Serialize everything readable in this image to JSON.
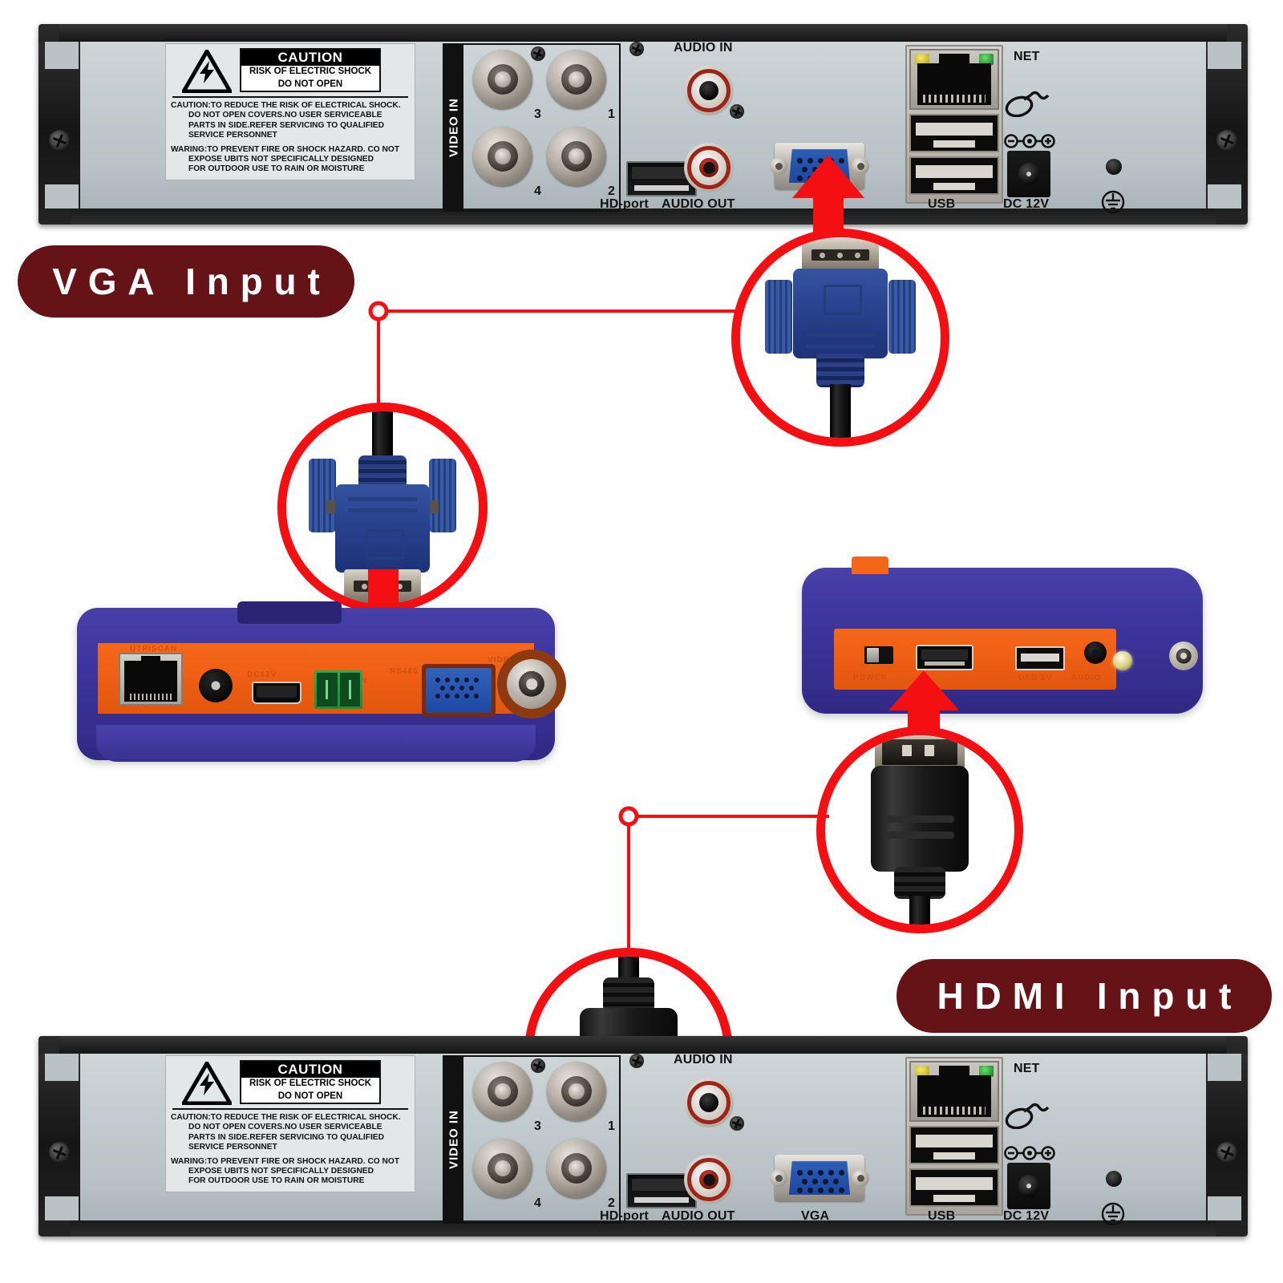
{
  "diagram": {
    "title": "DVR VGA and HDMI Input Connection Diagram",
    "accent_color": "#f40f12",
    "badge_color": "#651316",
    "badge_text_color": "#ffffff"
  },
  "badges": [
    {
      "id": "vga-input",
      "label": "VGA Input"
    },
    {
      "id": "hdmi-input",
      "label": "HDMI Input"
    }
  ],
  "dvr": {
    "caution_label": {
      "heading": "CAUTION",
      "subline_1": "RISK OF ELECTRIC SHOCK",
      "subline_2": "DO NOT OPEN",
      "body_lines": [
        "CAUTION:TO REDUCE THE RISK OF ELECTRICAL SHOCK.",
        "DO NOT OPEN COVERS.NO USER SERVICEABLE",
        "PARTS IN SIDE.REFER SERVICING TO QUALIFIED",
        "SERVICE PERSONNET"
      ],
      "warning_lines": [
        "WARING:TO PREVENT FIRE OR SHOCK HAZARD. CO NOT",
        "EXPOSE UBITS NOT SPECIFICALLY DESIGNED",
        "FOR OUTDOOR USE TO RAIN OR MOISTURE"
      ]
    },
    "video_in": {
      "label": "VIDEO IN",
      "channels": [
        "3",
        "1",
        "4",
        "2"
      ]
    },
    "ports": {
      "audio_in": "AUDIO IN",
      "audio_out": "AUDIO OUT",
      "hd_port": "HD-port",
      "vga": "VGA",
      "net": "NET",
      "usb": "USB",
      "dc": "DC 12V"
    },
    "symbols": {
      "mouse": "mouse-icon",
      "polarity": "dc-polarity-icon",
      "ground": "earth-ground-icon",
      "high_voltage": "high-voltage-triangle-icon"
    }
  },
  "dvr_top": {
    "highlighted_port": "VGA",
    "vga_label_hidden_by_arrow": true
  },
  "dvr_bottom": {
    "highlighted_port": "HD-port"
  },
  "tester_left": {
    "name": "cctv-tester-bottom-panel",
    "ports": [
      "rj45",
      "dc-input",
      "micro-usb",
      "terminal-block",
      "vga-input",
      "bnc-video"
    ],
    "highlighted_port": "vga-input"
  },
  "tester_right": {
    "name": "cctv-tester-side-panel",
    "ports": [
      "power-switch",
      "hdmi-input",
      "usb-a",
      "headphone-jack",
      "led-flashlight",
      "bnc"
    ],
    "highlighted_port": "hdmi-input"
  },
  "callouts": [
    {
      "id": "vga-plug-top",
      "depicts": "vga-connector-plug",
      "orientation": "up"
    },
    {
      "id": "vga-plug-bottom",
      "depicts": "vga-connector-plug",
      "orientation": "down"
    },
    {
      "id": "hdmi-plug-top",
      "depicts": "hdmi-connector-plug",
      "orientation": "up"
    },
    {
      "id": "hdmi-plug-bottom",
      "depicts": "hdmi-connector-plug",
      "orientation": "down"
    }
  ]
}
